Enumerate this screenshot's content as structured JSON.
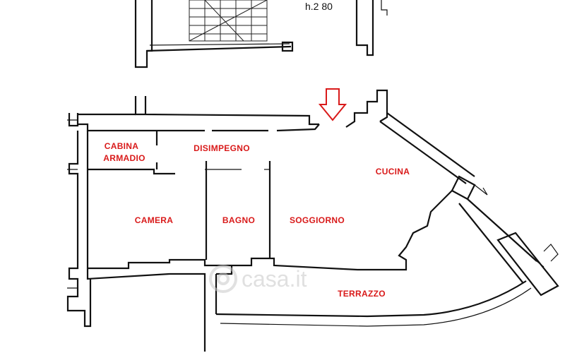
{
  "plan": {
    "ceiling_height": "h.2 80",
    "rooms": [
      {
        "id": "cabina",
        "line1": "CABINA",
        "line2": "ARMADIO"
      },
      {
        "id": "disimpegno",
        "label": "DISIMPEGNO"
      },
      {
        "id": "cucina",
        "label": "CUCINA"
      },
      {
        "id": "camera",
        "label": "CAMERA"
      },
      {
        "id": "bagno",
        "label": "BAGNO"
      },
      {
        "id": "soggiorno",
        "label": "SOGGIORNO"
      },
      {
        "id": "terrazzo",
        "label": "TERRAZZO"
      }
    ],
    "entrance_arrow_color": "#d91a1a",
    "label_color": "#d91a1a"
  },
  "watermark": {
    "text": "casa.it"
  }
}
